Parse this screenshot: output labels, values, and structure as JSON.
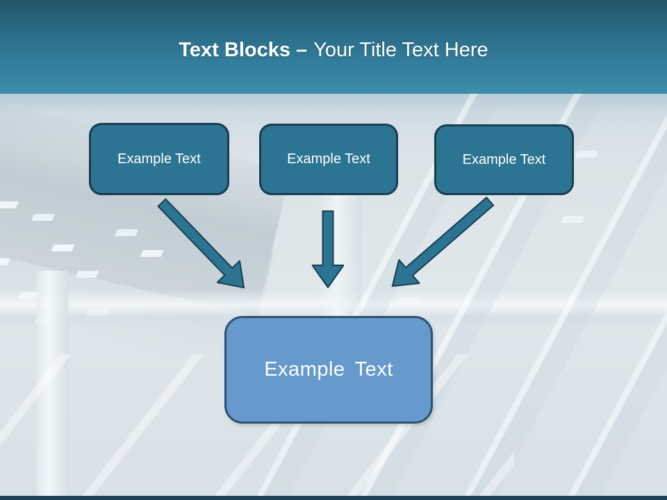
{
  "slide": {
    "title": {
      "bold": "Text Blocks –",
      "regular": "Your Title Text Here"
    },
    "top_blocks": [
      {
        "label": "Example Text"
      },
      {
        "label": "Example Text"
      },
      {
        "label": "Example Text"
      }
    ],
    "center_block": {
      "label": "Example Text"
    },
    "colors": {
      "header_gradient_top": "#235568",
      "header_gradient_bottom": "#3d8dab",
      "block_fill": "#2b7492",
      "block_border": "#1b3d50",
      "center_block_fill": "#6699cc",
      "center_block_border": "#2d5170",
      "arrow_fill": "#2b7492",
      "footer_bar": "#1f4459",
      "title_text": "#ffffff"
    }
  }
}
